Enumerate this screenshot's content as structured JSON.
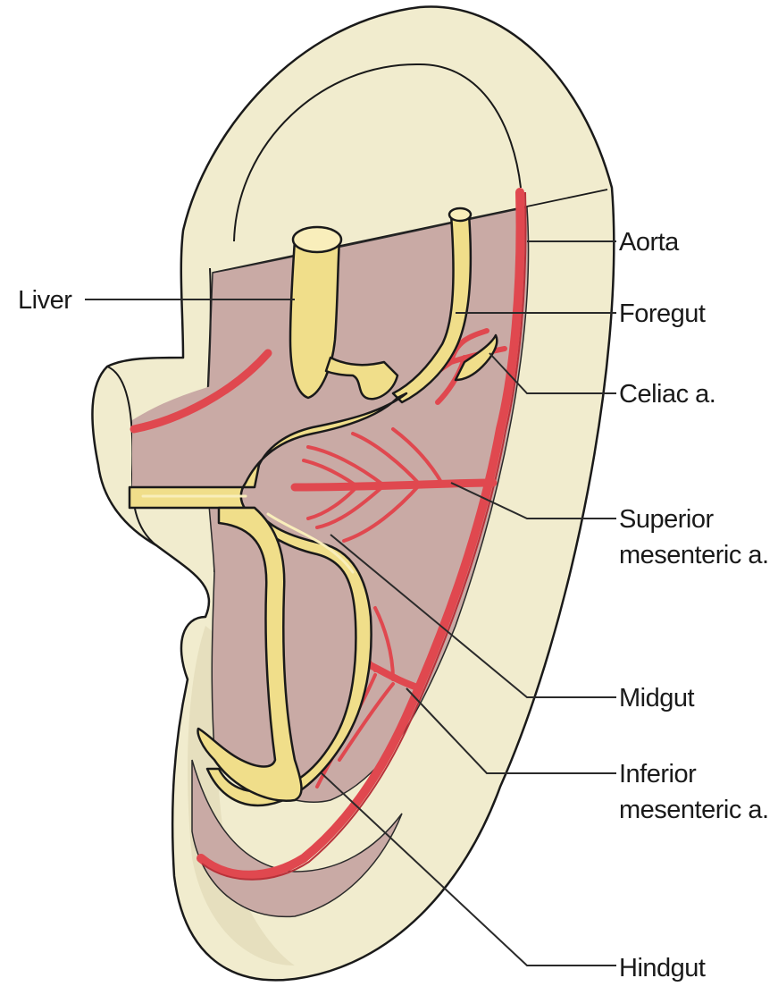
{
  "colors": {
    "body": "#f1ecce",
    "body_shade": "#ddd6b0",
    "mesentery": "#c9aaa5",
    "gut": "#f0de8a",
    "gut_highlight": "#f9eebb",
    "artery": "#e0484f",
    "artery_dark": "#b8323a"
  },
  "labels": {
    "liver": "Liver",
    "aorta": "Aorta",
    "foregut": "Foregut",
    "celiac": "Celiac a.",
    "superior_line1": "Superior",
    "superior_line2": "mesenteric a.",
    "midgut": "Midgut",
    "inferior_line1": "Inferior",
    "inferior_line2": "mesenteric a.",
    "hindgut": "Hindgut"
  }
}
